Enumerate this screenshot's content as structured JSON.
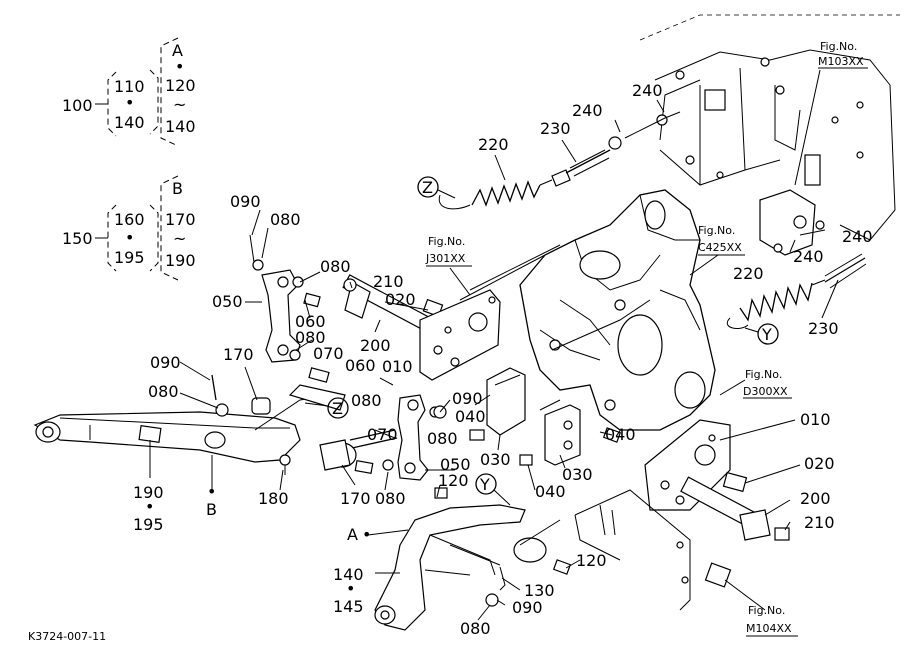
{
  "legend": {
    "group100": {
      "main": "100",
      "a_top": "110",
      "a_bottom": "140",
      "b_head": "A",
      "b_top": "120",
      "b_bottom": "140",
      "dot": "•",
      "tilde": "~"
    },
    "group150": {
      "main": "150",
      "a_top": "160",
      "a_bottom": "195",
      "b_head": "B",
      "b_top": "170",
      "b_bottom": "190",
      "dot": "•",
      "tilde": "~"
    }
  },
  "figrefs": {
    "m103": {
      "title": "Fig.No.",
      "code": "M103XX"
    },
    "j301": {
      "title": "Fig.No.",
      "code": "J301XX"
    },
    "c425": {
      "title": "Fig.No.",
      "code": "C425XX"
    },
    "d300": {
      "title": "Fig.No.",
      "code": "D300XX"
    },
    "m104": {
      "title": "Fig.No.",
      "code": "M104XX"
    }
  },
  "callouts": {
    "p240a": "240",
    "p240b": "240",
    "p240c": "240",
    "p240d": "240",
    "p230a": "230",
    "p230b": "230",
    "p220a": "220",
    "p220b": "220",
    "p090a": "090",
    "p090b": "090",
    "p090c": "090",
    "p090d": "090",
    "p080a": "080",
    "p080b": "080",
    "p080c": "080",
    "p080d": "080",
    "p080e": "080",
    "p080f": "080",
    "p080g": "080",
    "p080h": "080",
    "p210a": "210",
    "p210b": "210",
    "p020a": "020",
    "p020b": "020",
    "p050a": "050",
    "p050b": "050",
    "p060a": "060",
    "p060b": "060",
    "p070a": "070",
    "p070b": "070",
    "p200a": "200",
    "p200b": "200",
    "p010a": "010",
    "p010b": "010",
    "p040a": "040",
    "p040b": "040",
    "p040c": "040",
    "p030a": "030",
    "p030b": "030",
    "p170a": "170",
    "p170b": "170",
    "p180": "180",
    "p190": "190",
    "p195": "195",
    "pB": "B",
    "pA": "A",
    "p120a": "120",
    "p120b": "120",
    "p130": "130",
    "p140": "140",
    "p145": "145",
    "dot": "•"
  },
  "markers": {
    "z": "Z",
    "y": "Y"
  },
  "drawing_code": "K3724-007-11"
}
